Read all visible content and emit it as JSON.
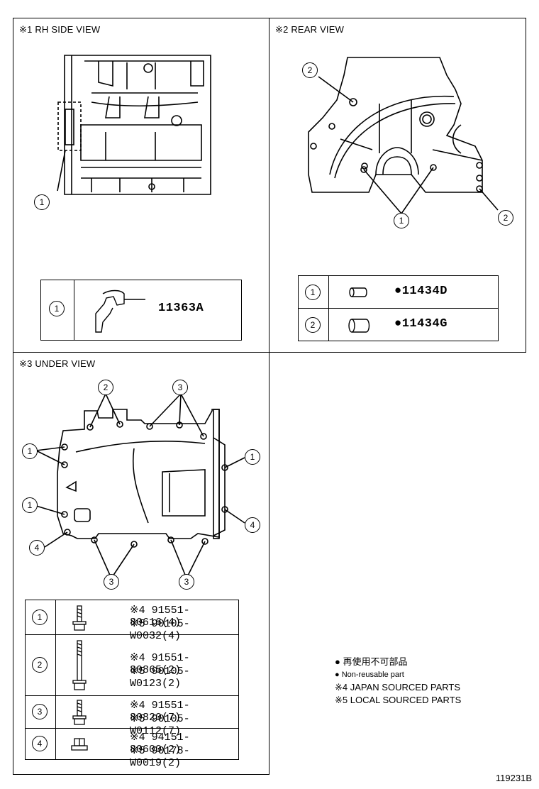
{
  "panels": {
    "rh_side": {
      "title": "※1 RH SIDE VIEW"
    },
    "rear": {
      "title": "※2 REAR VIEW"
    },
    "under": {
      "title": "※3 UNDER VIEW"
    }
  },
  "callouts": {
    "c1": "1",
    "c2": "2",
    "c3": "3",
    "c4": "4"
  },
  "rh_table": {
    "index": "1",
    "part": "11363A"
  },
  "rear_table": [
    {
      "index": "1",
      "part": "●11434D"
    },
    {
      "index": "2",
      "part": "●11434G"
    }
  ],
  "under_table": [
    {
      "index": "1",
      "jp": "※4 91551-80616(4)",
      "local": "※5 90105-W0032(4)"
    },
    {
      "index": "2",
      "jp": "※4 91551-80865(2)",
      "local": "※5 90105-W0123(2)"
    },
    {
      "index": "3",
      "jp": "※4 91551-80820(7)",
      "local": "※5 90105-W0112(7)"
    },
    {
      "index": "4",
      "jp": "※4 94151-80600(2)",
      "local": "※5 90178-W0019(2)"
    }
  ],
  "legend": {
    "jp_nonreusable": "● 再使用不可部品",
    "nonreusable": "● Non-reusable part",
    "japan": "※4 JAPAN SOURCED PARTS",
    "local": "※5 LOCAL SOURCED PARTS"
  },
  "diagram_id": "119231B"
}
